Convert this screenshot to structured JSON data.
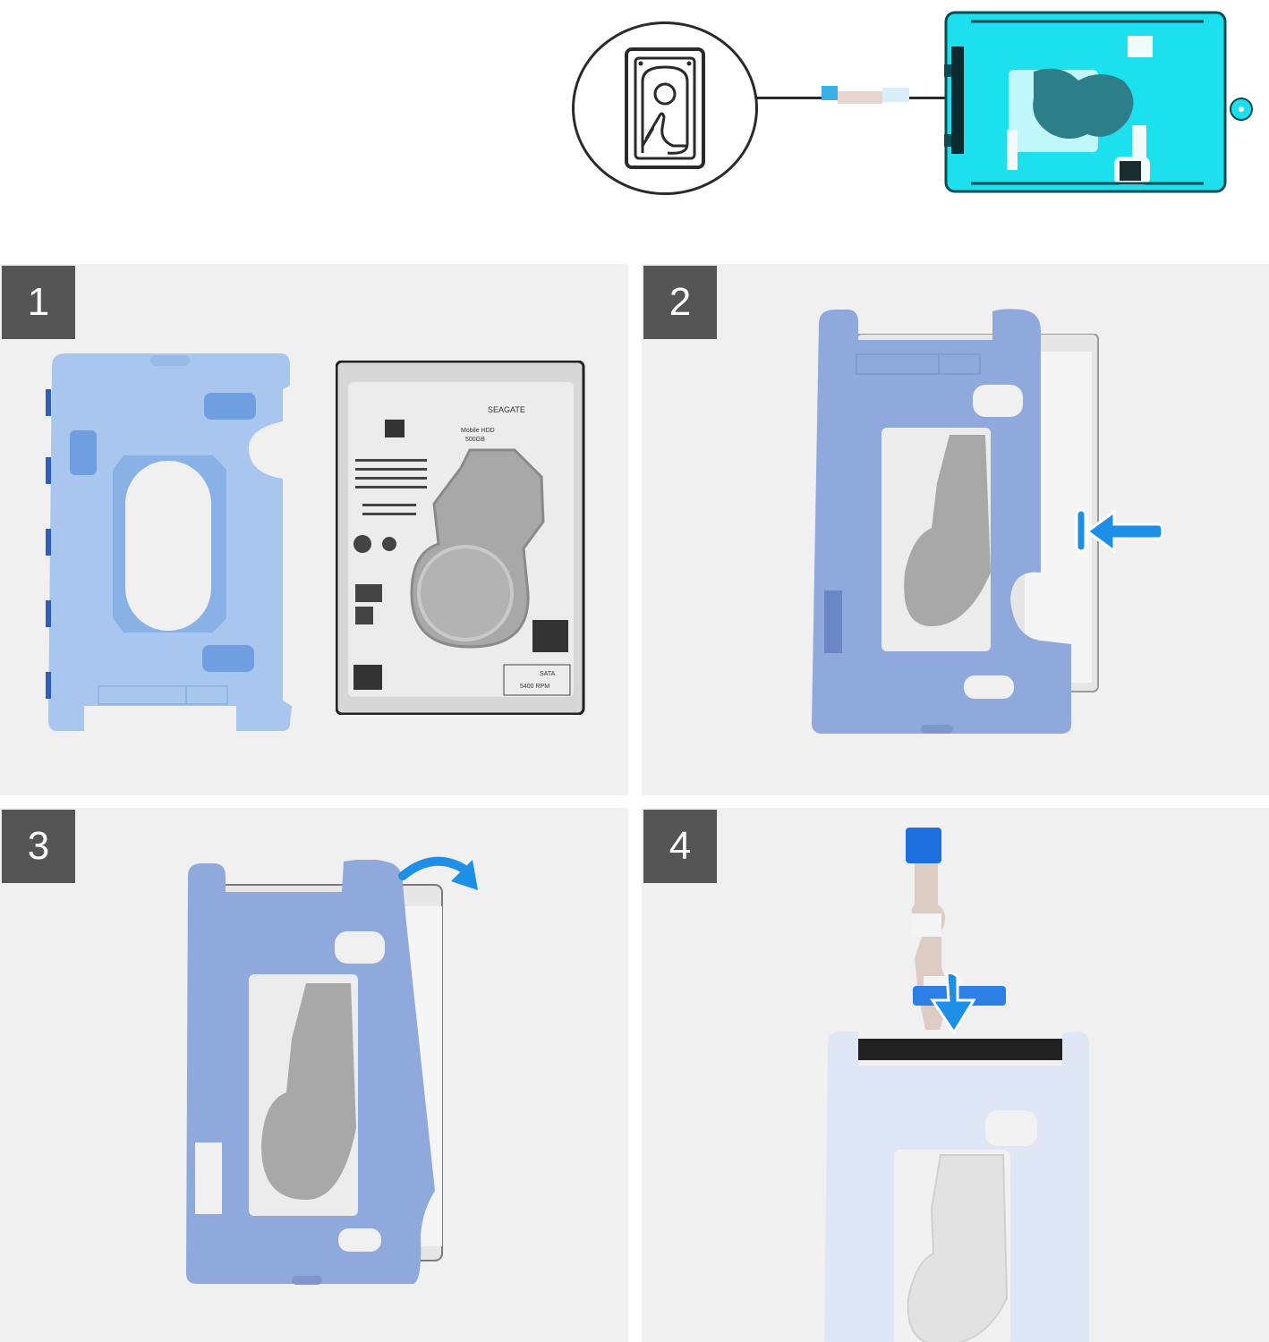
{
  "header": {
    "icon": "hard-drive-icon",
    "connector": "callout-line",
    "preview_image": "hdd-bracket-installed-cyan"
  },
  "colors": {
    "panel_background": "#f0f0f0",
    "badge_background": "#555555",
    "badge_text": "#ffffff",
    "sleeve_blue": "#a9c6ee",
    "sleeve_blue_installed": "#8fa9dd",
    "arrow_blue": "#1e8fe6",
    "highlight_cyan": "#1ce0ee"
  },
  "steps": [
    {
      "number": "1",
      "description_visual": "Blue rubber sleeve shown next to bare 2.5-inch Seagate hard drive",
      "drive_label": {
        "brand": "SEAGATE",
        "model": "Mobile HDD",
        "capacity": "500GB",
        "interface": "SATA",
        "rpm": "5400 RPM"
      }
    },
    {
      "number": "2",
      "description_visual": "Slide the sleeve onto the drive from the right side",
      "arrow": "arrow-left-icon"
    },
    {
      "number": "3",
      "description_visual": "Fold the top-right flap of the sleeve over the drive",
      "arrow": "curved-arrow-right-icon"
    },
    {
      "number": "4",
      "description_visual": "Connect the flat ribbon cable to the drive connector",
      "arrow": "arrow-down-icon"
    }
  ]
}
